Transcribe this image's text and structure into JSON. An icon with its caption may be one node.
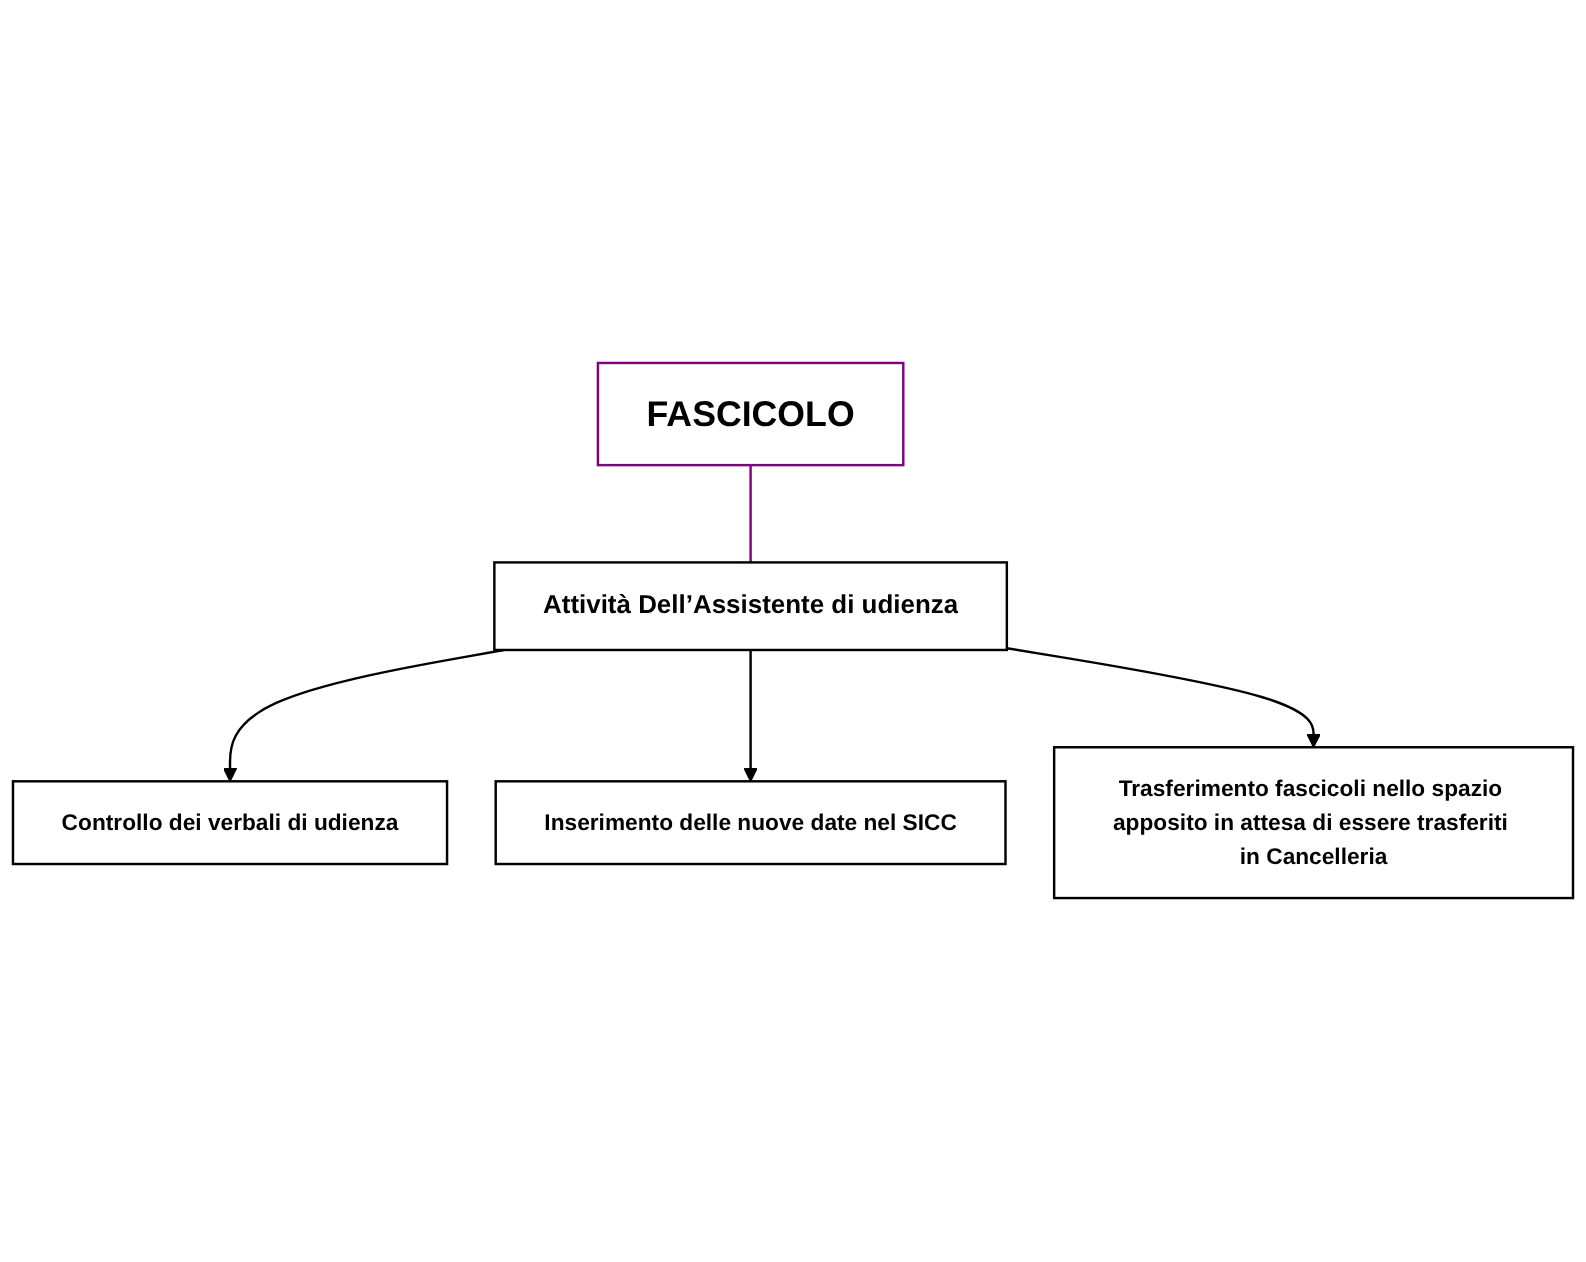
{
  "diagram": {
    "nodes": [
      {
        "text": [
          "FASCICOLO"
        ]
      },
      {
        "text": [
          "Attività Dell’Assistente di udienza"
        ]
      },
      {
        "text": [
          "Controllo dei verbali di udienza"
        ]
      },
      {
        "text": [
          "Inserimento delle nuove date nel SICC"
        ]
      },
      {
        "text": [
          "Trasferimento fascicoli nello spazio apposito in attesa di essere trasferiti in Cancelleria"
        ]
      }
    ],
    "edges": [
      {
        "from": 0,
        "to": 1,
        "arrow": "none",
        "color": "#800080"
      },
      {
        "from": 1,
        "to": 2,
        "arrow": "to"
      },
      {
        "from": 1,
        "to": 3,
        "arrow": "to"
      },
      {
        "from": 1,
        "to": 4,
        "arrow": "to"
      }
    ]
  }
}
